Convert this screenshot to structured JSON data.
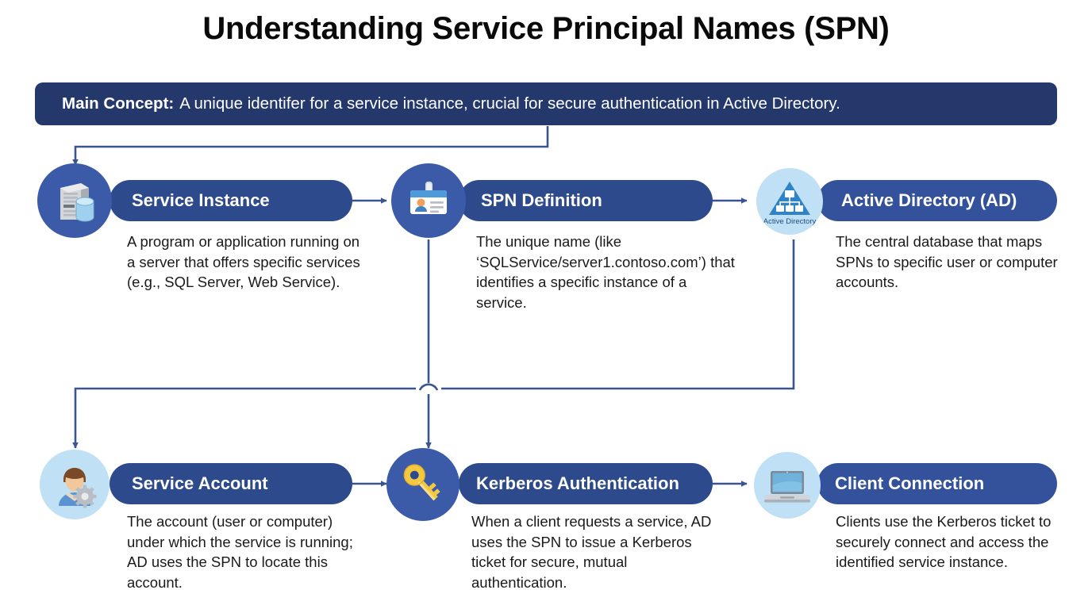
{
  "page": {
    "title": "Understanding Service Principal Names (SPN)",
    "background_color": "#ffffff",
    "accent_navy": "#24386b",
    "accent_blue": "#2d4a8c",
    "circle_deep": "#3b5ba8",
    "circle_light": "#bfe0f5",
    "connector_color": "#3a5490"
  },
  "banner": {
    "label": "Main Concept:",
    "text": "A unique identifer for a service instance, crucial for secure authentication in Active Directory."
  },
  "nodes": [
    {
      "id": "service-instance",
      "title": "Service Instance",
      "description": "A program or application running on a server that offers specific services (e.g., SQL Server, Web Service).",
      "icon": "server-database-icon",
      "icon_caption": "",
      "circle_style": "deep"
    },
    {
      "id": "spn-definition",
      "title": "SPN Definition",
      "description": "The unique name (like ‘SQLService/server1.contoso.com’) that identifies a specific instance of a service.",
      "icon": "id-badge-icon",
      "icon_caption": "",
      "circle_style": "deep"
    },
    {
      "id": "active-directory",
      "title": "Active Directory (AD)",
      "description": "The central database that maps SPNs to specific user or computer accounts.",
      "icon": "active-directory-icon",
      "icon_caption": "Active Directory",
      "circle_style": "light"
    },
    {
      "id": "service-account",
      "title": "Service Account",
      "description": "The account (user or computer) under which the service is running; AD uses the SPN to locate this account.",
      "icon": "user-gear-icon",
      "icon_caption": "",
      "circle_style": "light"
    },
    {
      "id": "kerberos-authentication",
      "title": "Kerberos Authentication",
      "description": "When a client requests a service, AD uses the SPN to issue a Kerberos ticket for secure, mutual authentication.",
      "icon": "gold-key-icon",
      "icon_caption": "",
      "circle_style": "deep"
    },
    {
      "id": "client-connection",
      "title": "Client Connection",
      "description": "Clients use the Kerberos ticket to securely connect and access the identified service instance.",
      "icon": "laptop-icon",
      "icon_caption": "",
      "circle_style": "light"
    }
  ],
  "connectors": [
    {
      "from": "banner",
      "to": "service-instance"
    },
    {
      "from": "service-instance",
      "to": "spn-definition"
    },
    {
      "from": "spn-definition",
      "to": "active-directory"
    },
    {
      "from": "active-directory",
      "to": "service-account"
    },
    {
      "from": "spn-definition",
      "to": "kerberos-authentication"
    },
    {
      "from": "service-account",
      "to": "kerberos-authentication"
    },
    {
      "from": "kerberos-authentication",
      "to": "client-connection"
    }
  ]
}
